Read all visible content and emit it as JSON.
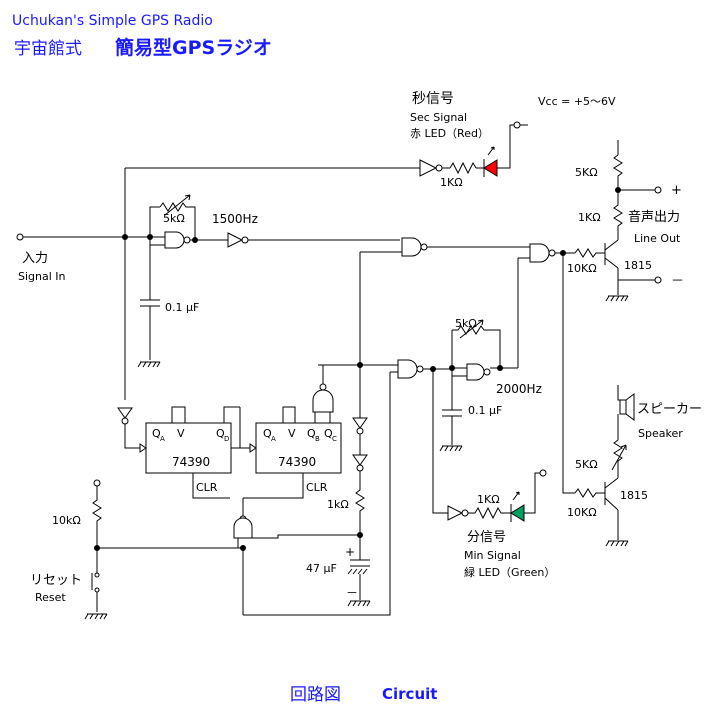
{
  "header": {
    "title_en": "Uchukan's  Simple GPS Radio",
    "title_jp_a": "宇宙館式",
    "title_jp_b": "簡易型GPSラジオ"
  },
  "footer": {
    "caption_jp": "回路図",
    "caption_en": "Circuit"
  },
  "labels": {
    "sec_jp": "秒信号",
    "sec_en": "Sec Signal",
    "sec_led": "赤 LED（Red）",
    "vcc": "Vcc = +5～6V",
    "r_sec": "1KΩ",
    "r_5k_top": "5kΩ",
    "f_1500": "1500Hz",
    "in_jp": "入力",
    "in_en": "Signal In",
    "c_01a": "0.1 μF",
    "r_5k_right": "5KΩ",
    "r_1k_right": "1KΩ",
    "out_jp": "音声出力",
    "out_en": "Line Out",
    "plus": "+",
    "minus": "－",
    "r_10k_a": "10KΩ",
    "t_1815_a": "1815",
    "r_5k_mid": "5kΩ",
    "f_2000": "2000Hz",
    "c_01b": "0.1 μF",
    "ic_a": "74390",
    "ic_b": "74390",
    "qa_1": "Q",
    "va_1": "V",
    "qd_1": "Q",
    "qa_2": "Q",
    "va_2": "V",
    "qb_2": "Q",
    "qc_2": "Q",
    "sub_a1": "A",
    "sub_d1": "D",
    "sub_a2": "A",
    "sub_b2": "B",
    "sub_c2": "C",
    "clr_1": "CLR",
    "clr_2": "CLR",
    "r_10k_reset": "10kΩ",
    "reset_jp": "リセット",
    "reset_en": "Reset",
    "r_1k_rc": "1kΩ",
    "cap_plus": "+",
    "c_47": "47 μF",
    "cap_minus": "－",
    "r_1k_min": "1KΩ",
    "min_jp": "分信号",
    "min_en": "Min Signal",
    "min_led": "緑 LED（Green）",
    "speaker_jp": "スピーカー",
    "speaker_en": "Speaker",
    "r_5k_vol": "5KΩ",
    "r_10k_b": "10KΩ",
    "t_1815_b": "1815"
  },
  "colors": {
    "title": "#1a1aff",
    "led_red": "#ff0000",
    "led_green": "#00a060",
    "wire": "#000000"
  }
}
